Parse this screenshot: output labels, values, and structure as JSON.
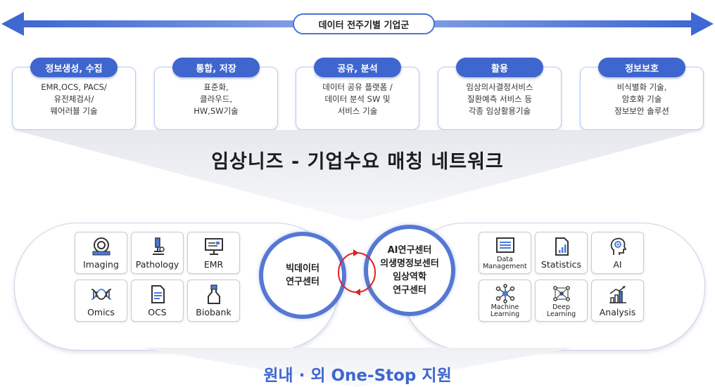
{
  "header": {
    "label": "데이터 전주기별 기업군"
  },
  "categories": [
    {
      "title": "정보생성, 수집",
      "desc": "EMR,OCS, PACS/\n유전체검사/\n웨어러블 기술"
    },
    {
      "title": "통합, 저장",
      "desc": "표준화,\n클라우드,\nHW,SW기술"
    },
    {
      "title": "공유, 분석",
      "desc": "데이터 공유 플랫폼 /\n데이터 분석 SW 및\n서비스 기술"
    },
    {
      "title": "활용",
      "desc": "임상의사결정서비스\n질환예측 서비스 등\n각종 임상활용기술"
    },
    {
      "title": "정보보호",
      "desc": "비식별화 기술,\n암호화 기술\n정보보안 솔루션"
    }
  ],
  "main_title": "임상니즈 - 기업수요 매칭 네트워크",
  "left_cards": [
    {
      "label": "Imaging",
      "icon": "mri-scanner-icon"
    },
    {
      "label": "Pathology",
      "icon": "microscope-icon"
    },
    {
      "label": "EMR",
      "icon": "monitor-icon"
    },
    {
      "label": "Omics",
      "icon": "dna-icon"
    },
    {
      "label": "OCS",
      "icon": "document-icon"
    },
    {
      "label": "Biobank",
      "icon": "sample-bottle-icon"
    }
  ],
  "left_center": "빅데이터\n연구센터",
  "right_center": "AI연구센터\n의생명정보센터\n임상역학\n연구센터",
  "right_cards": [
    {
      "label": "Data\nManagement",
      "icon": "data-folder-icon"
    },
    {
      "label": "Statistics",
      "icon": "bar-report-icon"
    },
    {
      "label": "AI",
      "icon": "ai-head-icon"
    },
    {
      "label": "Machine\nLearning",
      "icon": "network-icon"
    },
    {
      "label": "Deep\nLearning",
      "icon": "deep-network-icon"
    },
    {
      "label": "Analysis",
      "icon": "growth-chart-icon"
    }
  ],
  "bottom_title": "원내 · 외 One-Stop 지원",
  "colors": {
    "accent": "#3f66cf",
    "arrow": "#4b74d6",
    "ring_arrow": "#e02020"
  }
}
